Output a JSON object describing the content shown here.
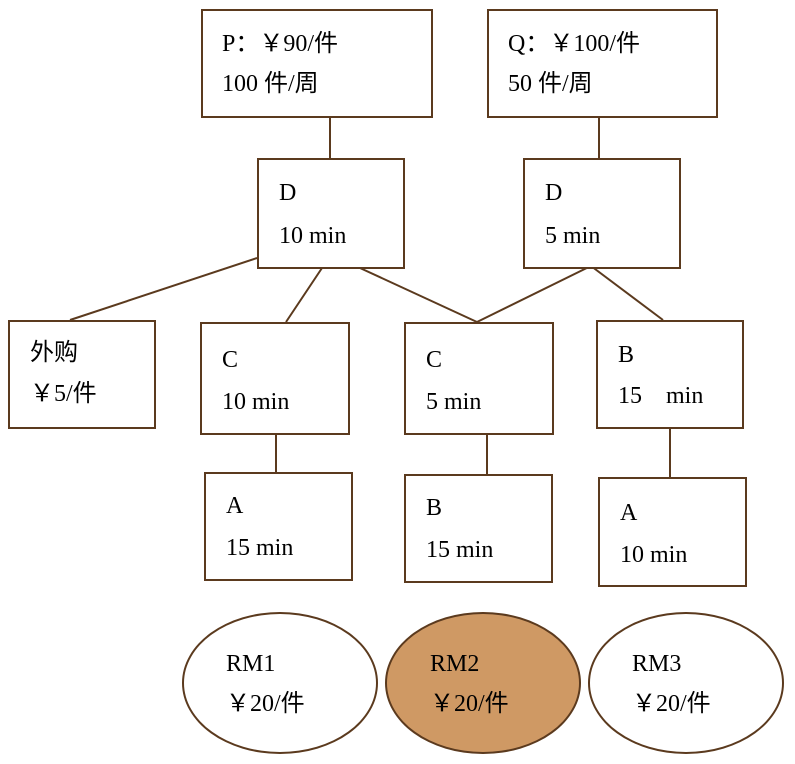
{
  "products": {
    "p": {
      "line1": "P：￥90/件",
      "line2": "100 件/周"
    },
    "q": {
      "line1": "Q：￥100/件",
      "line2": "50 件/周"
    }
  },
  "stations": {
    "d_left": {
      "name": "D",
      "time": "10 min"
    },
    "d_right": {
      "name": "D",
      "time": "5 min"
    },
    "purchase": {
      "name": "外购",
      "price": "￥5/件"
    },
    "c_left": {
      "name": "C",
      "time": "10 min"
    },
    "c_mid": {
      "name": "C",
      "time": "5 min"
    },
    "b_right": {
      "name": "B",
      "time": "15    min"
    },
    "a_left": {
      "name": "A",
      "time": "15 min"
    },
    "b_mid": {
      "name": "B",
      "time": "15 min"
    },
    "a_right": {
      "name": "A",
      "time": "10 min"
    }
  },
  "raw_materials": {
    "rm1": {
      "name": "RM1",
      "price": "￥20/件"
    },
    "rm2": {
      "name": "RM2",
      "price": "￥20/件",
      "fill": "#cf9964"
    },
    "rm3": {
      "name": "RM3",
      "price": "￥20/件"
    }
  },
  "colors": {
    "stroke": "#5b3a1e",
    "highlight": "#cf9964"
  }
}
